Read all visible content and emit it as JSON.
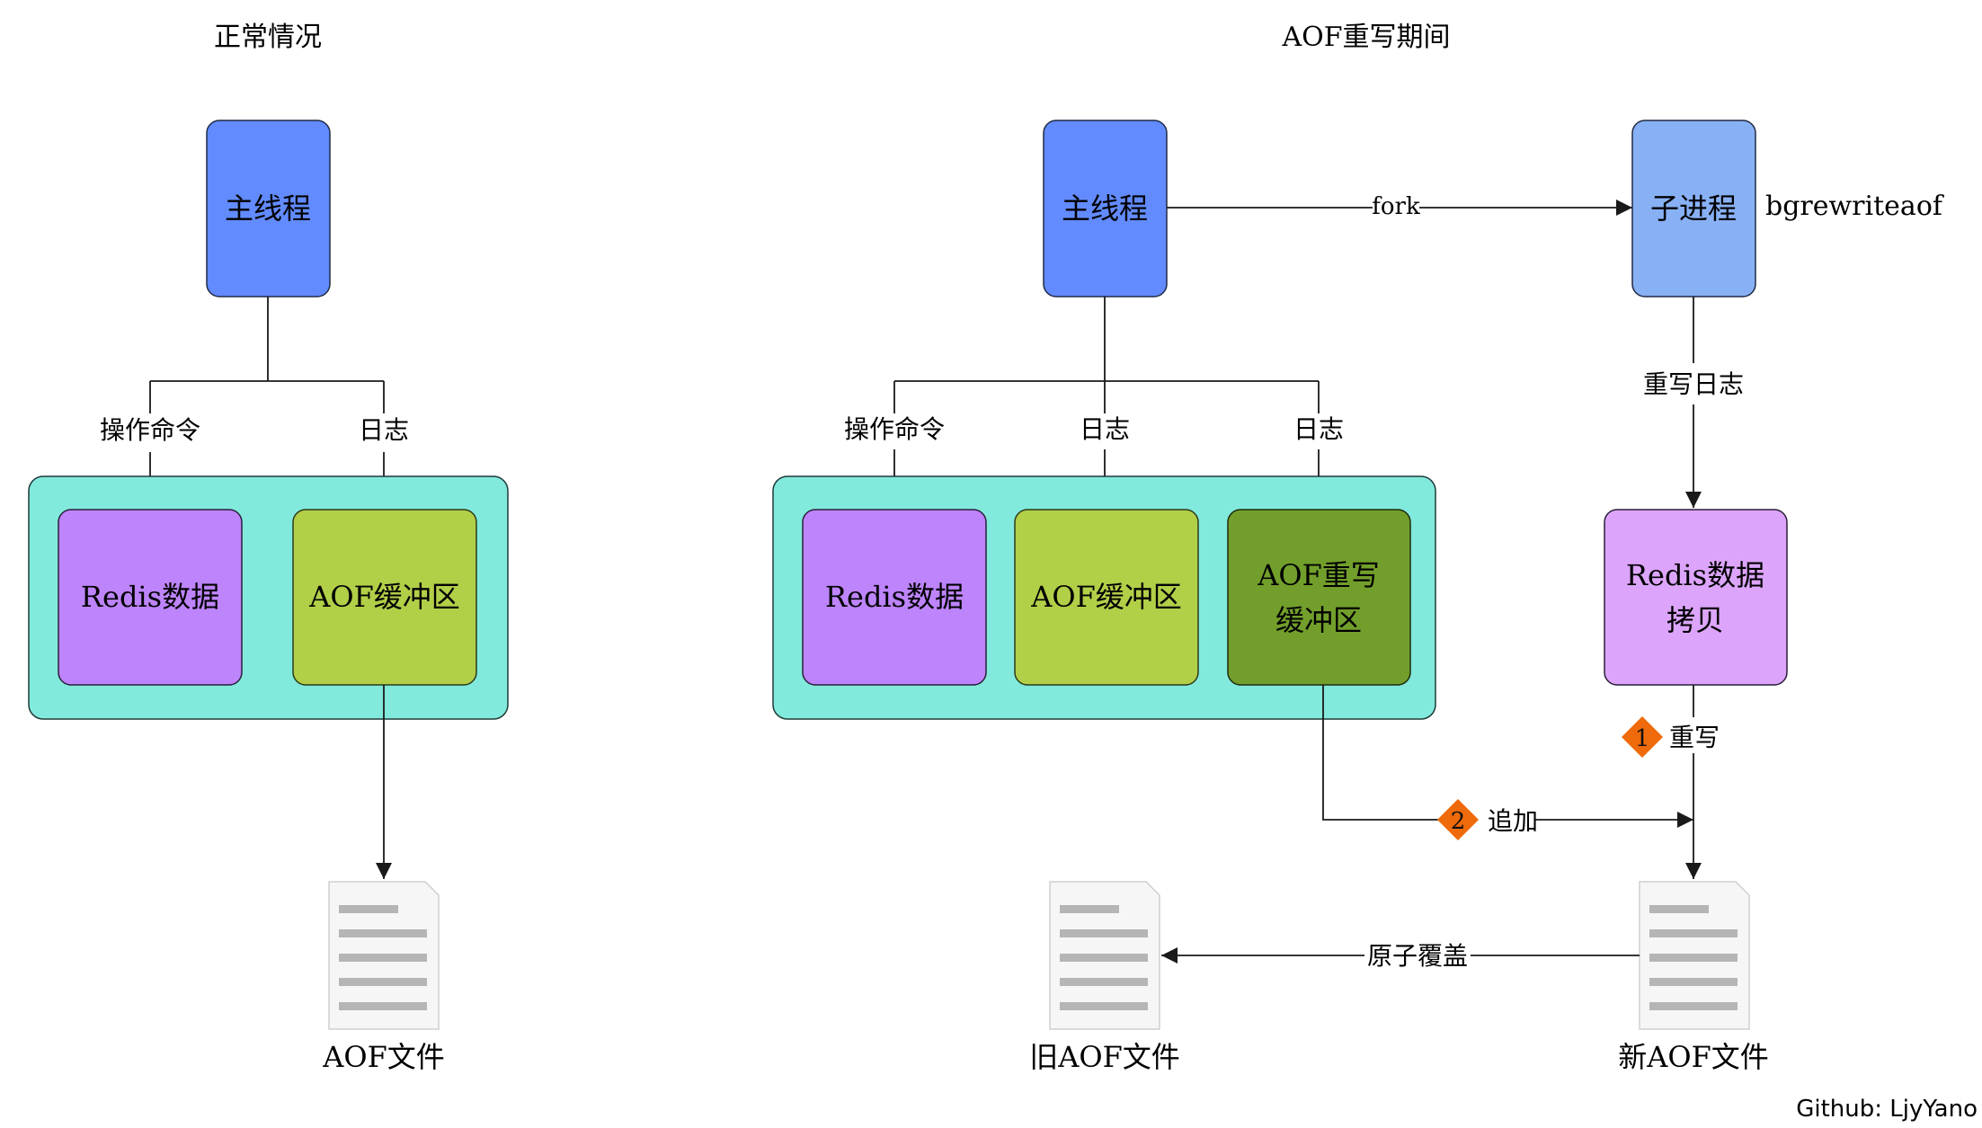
{
  "left": {
    "title": "正常情况",
    "main_thread": "主线程",
    "edge_cmd": "操作命令",
    "edge_log": "日志",
    "redis_data": "Redis数据",
    "aof_buffer": "AOF缓冲区",
    "file_label": "AOF文件"
  },
  "right": {
    "title": "AOF重写期间",
    "main_thread": "主线程",
    "fork_label": "fork",
    "child_process": "子进程",
    "bgrewrite": "bgrewriteaof",
    "rewrite_log": "重写日志",
    "edge_cmd": "操作命令",
    "edge_log1": "日志",
    "edge_log2": "日志",
    "redis_data": "Redis数据",
    "aof_buffer": "AOF缓冲区",
    "rewrite_buffer_1": "AOF重写",
    "rewrite_buffer_2": "缓冲区",
    "redis_copy_1": "Redis数据",
    "redis_copy_2": "拷贝",
    "step1_num": "1",
    "step1_label": "重写",
    "step2_num": "2",
    "step2_label": "追加",
    "overwrite_label": "原子覆盖",
    "old_file": "旧AOF文件",
    "new_file": "新AOF文件"
  },
  "footer": {
    "credit": "Github: LjyYano"
  },
  "colors": {
    "main_thread": "#628bff",
    "child_process": "#88b0f5",
    "container": "#82eadc",
    "redis_data": "#bd84fb",
    "aof_buffer": "#b2cf48",
    "rewrite_buffer": "#729f2b",
    "redis_copy": "#dca5fb",
    "step_marker": "#ee6a0a",
    "line": "#1a1a1a"
  }
}
